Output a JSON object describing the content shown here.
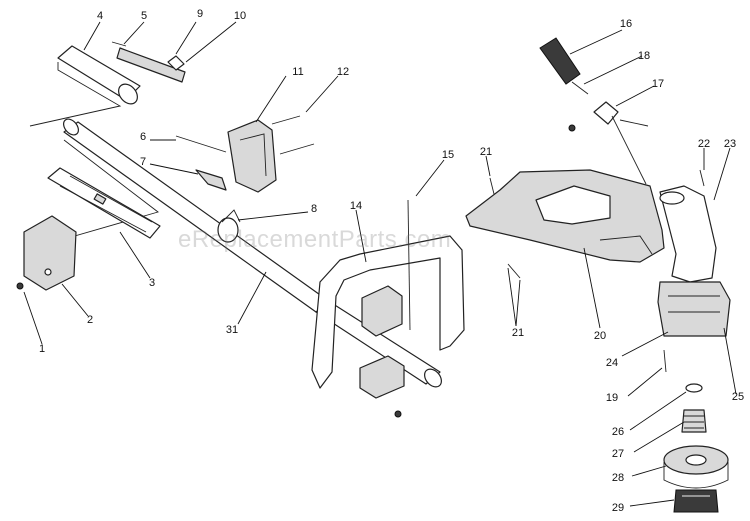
{
  "watermark": "eReplacementParts.com",
  "callouts": [
    "1",
    "2",
    "3",
    "4",
    "5",
    "6",
    "7",
    "8",
    "9",
    "10",
    "11",
    "12",
    "14",
    "15",
    "16",
    "17",
    "18",
    "19",
    "20",
    "21",
    "21",
    "22",
    "23",
    "24",
    "25",
    "26",
    "27",
    "28",
    "29",
    "31"
  ]
}
